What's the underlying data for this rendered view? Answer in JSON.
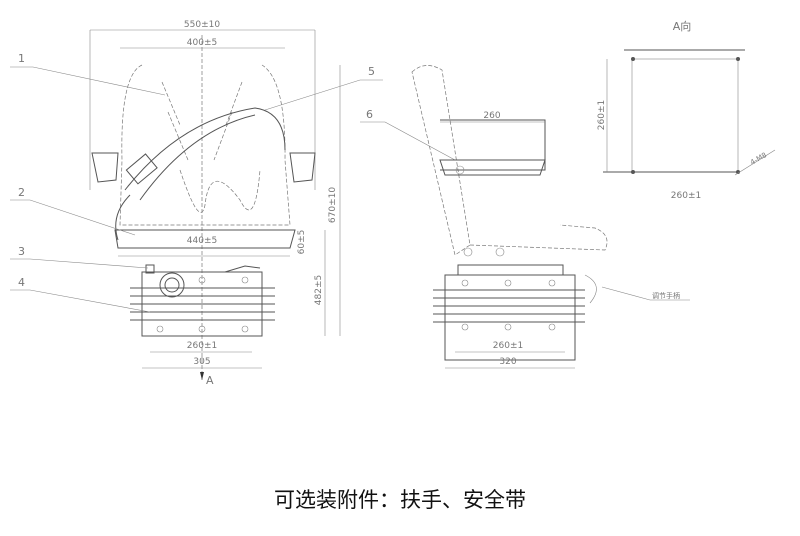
{
  "front_view": {
    "dims": {
      "overall_width": "550±10",
      "back_width": "400±5",
      "cushion_width": "440±5",
      "cushion_thickness": "60±5",
      "overall_height": "670±10",
      "suspension_height": "482±5",
      "mount_spacing": "260±1",
      "base_width": "305"
    },
    "view_marker": "A",
    "callouts": [
      "1",
      "2",
      "3",
      "4",
      "5",
      "6"
    ]
  },
  "side_view": {
    "dims": {
      "armrest_length": "260",
      "mount_spacing": "260±1",
      "base_depth": "320"
    },
    "annotation": "调节手柄"
  },
  "view_a": {
    "title": "A向",
    "dims": {
      "height": "260±1",
      "width": "260±1",
      "bolts": "4-M8"
    }
  },
  "caption": "可选装附件：扶手、安全带"
}
